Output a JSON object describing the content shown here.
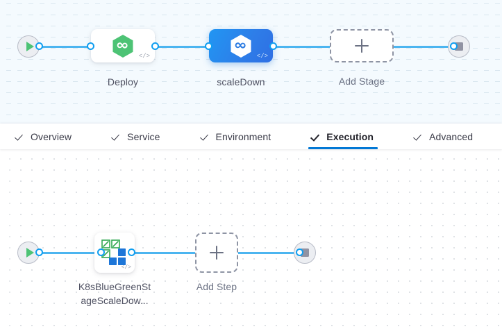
{
  "stage_canvas": {
    "start_node": {
      "icon": "play-icon",
      "name": "pipeline-start"
    },
    "end_node": {
      "icon": "stop-icon",
      "name": "pipeline-end"
    },
    "stages": [
      {
        "label": "Deploy",
        "icon": "harness-cd-hexagon-icon",
        "selected": false,
        "code_badge": "</>"
      },
      {
        "label": "scaleDown",
        "icon": "harness-cd-hexagon-icon",
        "selected": true,
        "code_badge": "</>"
      }
    ],
    "add_stage": {
      "label": "Add Stage",
      "icon": "plus-icon"
    }
  },
  "tabs": [
    {
      "label": "Overview",
      "checked": true,
      "active": false
    },
    {
      "label": "Service",
      "checked": true,
      "active": false
    },
    {
      "label": "Environment",
      "checked": true,
      "active": false
    },
    {
      "label": "Execution",
      "checked": true,
      "active": true
    },
    {
      "label": "Advanced",
      "checked": true,
      "active": false
    }
  ],
  "step_canvas": {
    "start_node": {
      "icon": "play-icon",
      "name": "execution-start"
    },
    "end_node": {
      "icon": "stop-icon",
      "name": "execution-end"
    },
    "steps": [
      {
        "icon": "k8s-bluegreen-squares-icon",
        "code_badge": "</>",
        "label_line1": "K8sBlueGreenSt",
        "label_line2": "ageScaleDow..."
      }
    ],
    "add_step": {
      "label": "Add Step",
      "icon": "plus-icon"
    }
  },
  "colors": {
    "accent_blue": "#0278d5",
    "edge_blue": "#4cb5f0",
    "connector_blue": "#0f9ef0",
    "selected_stage_gradient_from": "#2196f3",
    "selected_stage_gradient_to": "#2f6fe4",
    "cd_green": "#4dc375",
    "k8s_blue": "#1d76d8",
    "k8s_green": "#32a852",
    "stage_canvas_bg": "#f4fafe",
    "step_canvas_bg": "#ffffff",
    "terminal_fill": "#eceef2",
    "dashed_border": "#8e94a4"
  }
}
